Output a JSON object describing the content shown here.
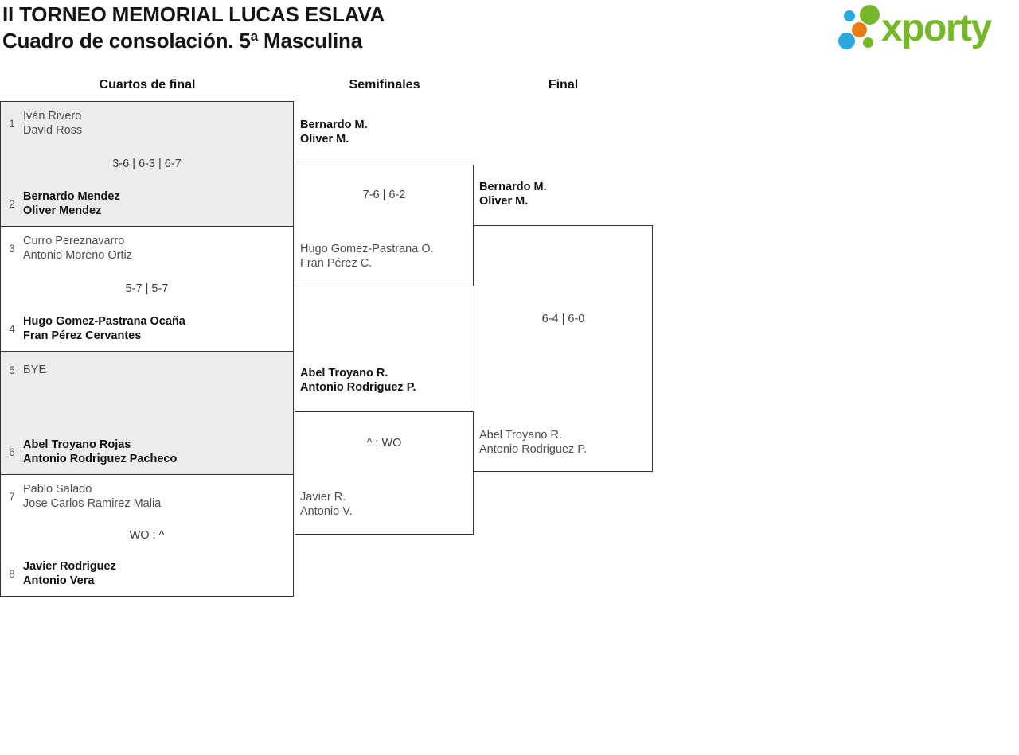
{
  "header": {
    "title_line1": "II TORNEO MEMORIAL LUCAS ESLAVA",
    "title_line2": "Cuadro de consolación. 5ª Masculina"
  },
  "logo": {
    "wordmark": "xporty",
    "colors": {
      "green": "#76b82a",
      "blue": "#29a9e0",
      "orange": "#e87d11"
    }
  },
  "round_headers": [
    "Cuartos de final",
    "Semifinales",
    "Final"
  ],
  "bracket": {
    "quarterfinals": [
      {
        "seed_top": "1",
        "team_top_line1": "Iván Rivero",
        "team_top_line2": "David Ross",
        "score": "3-6 | 6-3 | 6-7",
        "seed_bottom": "2",
        "team_bottom_line1": "Bernardo Mendez",
        "team_bottom_line2": "Oliver Mendez",
        "winner": "bottom"
      },
      {
        "seed_top": "3",
        "team_top_line1": "Curro Pereznavarro",
        "team_top_line2": "Antonio Moreno Ortiz",
        "score": "5-7 | 5-7",
        "seed_bottom": "4",
        "team_bottom_line1": "Hugo Gomez-Pastrana Ocaña",
        "team_bottom_line2": "Fran Pérez Cervantes",
        "winner": "bottom"
      },
      {
        "seed_top": "5",
        "team_top_line1": "BYE",
        "team_top_line2": "",
        "score": "",
        "seed_bottom": "6",
        "team_bottom_line1": "Abel Troyano Rojas",
        "team_bottom_line2": "Antonio Rodriguez Pacheco",
        "winner": "bottom"
      },
      {
        "seed_top": "7",
        "team_top_line1": "Pablo Salado",
        "team_top_line2": "Jose Carlos Ramirez Malia",
        "score": "WO : ^",
        "seed_bottom": "8",
        "team_bottom_line1": "Javier Rodriguez",
        "team_bottom_line2": "Antonio Vera",
        "winner": "bottom"
      }
    ],
    "semifinals": [
      {
        "team_top_line1": "Bernardo M.",
        "team_top_line2": "Oliver M.",
        "score": "7-6 | 6-2",
        "team_bottom_line1": "Hugo Gomez-Pastrana O.",
        "team_bottom_line2": "Fran Pérez C.",
        "winner": "top"
      },
      {
        "team_top_line1": "Abel Troyano R.",
        "team_top_line2": "Antonio Rodriguez P.",
        "score": "^ : WO",
        "team_bottom_line1": "Javier R.",
        "team_bottom_line2": "Antonio V.",
        "winner": "top"
      }
    ],
    "final": {
      "team_top_line1": "Bernardo M.",
      "team_top_line2": "Oliver M.",
      "score": "6-4 | 6-0",
      "team_bottom_line1": "Abel Troyano R.",
      "team_bottom_line2": "Antonio Rodriguez P.",
      "winner": "top"
    }
  },
  "colors": {
    "shaded_match_fill": "#ececec",
    "bracket_border": "#333333",
    "winner_text": "#111111",
    "loser_text": "#4d4d4d"
  }
}
